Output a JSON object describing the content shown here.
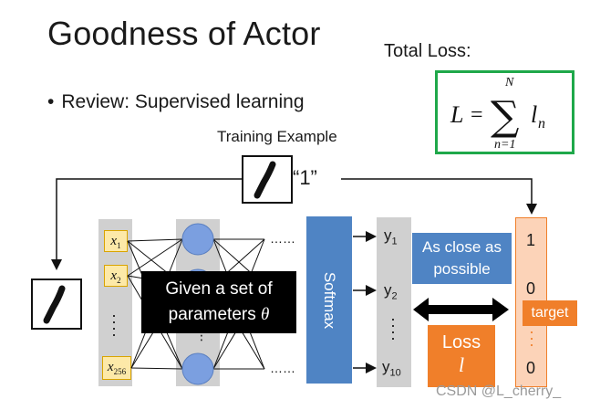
{
  "title": "Goodness of Actor",
  "bullet": "Review: Supervised learning",
  "total_loss_label": "Total Loss:",
  "formula": {
    "lhs": "L",
    "eq": "=",
    "sum": "∑",
    "upper": "N",
    "lower": "n=1",
    "term": "l",
    "term_sub": "n"
  },
  "training_example_label": "Training Example",
  "target_quote": "“1”",
  "inputs": [
    {
      "sym": "x",
      "sub": "1"
    },
    {
      "sym": "x",
      "sub": "2"
    },
    {
      "sym": "x",
      "sub": "256"
    }
  ],
  "softmax_label": "Softmax",
  "outputs": [
    {
      "sym": "y",
      "sub": "1"
    },
    {
      "sym": "y",
      "sub": "2"
    },
    {
      "sym": "y",
      "sub": "10"
    }
  ],
  "as_close_label": [
    "As close as",
    "possible"
  ],
  "loss_label": "Loss",
  "loss_symbol": "l",
  "target_values": [
    "1",
    "0",
    "0"
  ],
  "target_label": "target",
  "given_label": [
    "Given a set of",
    "parameters"
  ],
  "theta": "θ",
  "watermark": "CSDN @L_cherry_",
  "colors": {
    "green_box": "#1fa84a",
    "blue": "#4f84c4",
    "orange": "#f07f2a",
    "input_fill": "#fde9a8",
    "neuron": "#7b9fe0"
  }
}
